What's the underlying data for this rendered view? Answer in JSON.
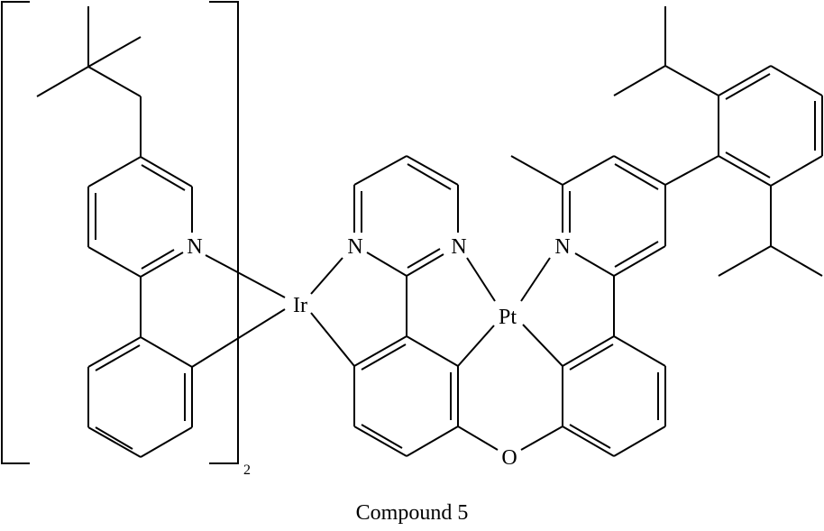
{
  "caption": "Compound 5",
  "bracket_subscript": "2",
  "atom_labels": {
    "n_left_pyridine": "N",
    "ir": "Ir",
    "n_pyrimidine_left": "N",
    "n_pyrimidine_right": "N",
    "pt": "Pt",
    "n_right_pyridine": "N",
    "o_bridge": "O"
  },
  "colors": {
    "line": "#000000",
    "background": "#ffffff"
  },
  "structure": {
    "ligand_in_brackets": "2-phenyl-5-neopentylpyridine (cyclometalated to Ir), repeated x2",
    "bridging_ligand": "pyrimidin-2-yl phenyl ether core binding Ir and Pt",
    "right_ligand": "6-methyl-4-(2,6-diisopropylphenyl)pyridin-2-yl phenyl"
  }
}
